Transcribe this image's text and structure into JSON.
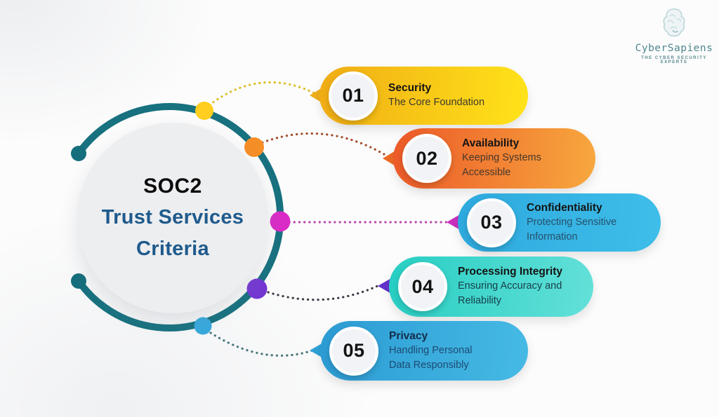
{
  "page": {
    "background": "#FCFCFC"
  },
  "logo": {
    "name": "CyberSapiens",
    "tagline": "THE CYBER SECURITY EXPERTS",
    "text_color": "#4F868E",
    "icon": "brain-icon"
  },
  "hub": {
    "title_line1": "SOC2",
    "title_line2": "Trust Services",
    "title_line3": "Criteria",
    "ring_color": "#17717F",
    "inner_circle_color": "#EDEEF0",
    "title_color": "#0D0D0D",
    "subtitle_color": "#1E5A8C"
  },
  "cards": [
    {
      "number": "01",
      "title": "Security",
      "subtitle_lines": [
        "The Core Foundation"
      ],
      "gradient": [
        "#F0AC15",
        "#FFE319"
      ],
      "ring_dot_color": "#FFCE1E",
      "connector_color": "#DDBE25"
    },
    {
      "number": "02",
      "title": "Availability",
      "subtitle_lines": [
        "Keeping Systems",
        "Accessible"
      ],
      "gradient": [
        "#EC5928",
        "#F7A83E"
      ],
      "ring_dot_color": "#F68E27",
      "connector_color": "#A34E2A"
    },
    {
      "number": "03",
      "title": "Confidentiality",
      "subtitle_lines": [
        "Protecting Sensitive",
        "Information"
      ],
      "gradient": [
        "#2EA9DE",
        "#3EBEE9"
      ],
      "ring_dot_color": "#DB2BC7",
      "connector_color": "#BA4AAD"
    },
    {
      "number": "04",
      "title": "Processing Integrity",
      "subtitle_lines": [
        "Ensuring Accuracy and",
        "Reliability"
      ],
      "gradient": [
        "#27CEC3",
        "#63E0D8"
      ],
      "ring_dot_color": "#7438D3",
      "connector_color": "#403844"
    },
    {
      "number": "05",
      "title": "Privacy",
      "subtitle_lines": [
        "Handling Personal",
        "Data Responsibly"
      ],
      "gradient": [
        "#2C9BD3",
        "#46BAE5"
      ],
      "ring_dot_color": "#38A9DD",
      "connector_color": "#47767C"
    }
  ]
}
